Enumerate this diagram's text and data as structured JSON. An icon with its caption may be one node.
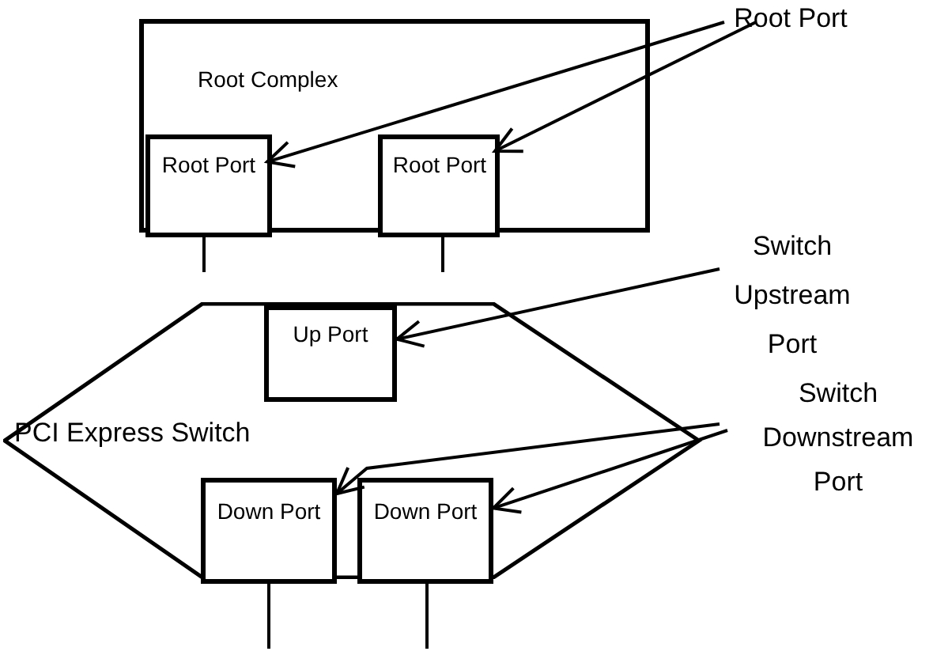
{
  "diagram": {
    "nodes": [
      {
        "text": [
          "Root Complex"
        ]
      },
      {
        "text": [
          "Root Port"
        ],
        "in": 0
      },
      {
        "text": [
          "Root Port"
        ],
        "in": 0
      },
      {
        "text": [
          "Root Port"
        ]
      },
      {
        "text": [
          "PCI Express Switch"
        ]
      },
      {
        "text": [
          "Up Port"
        ],
        "in": 4
      },
      {
        "text": [
          "Down Port"
        ],
        "in": 4
      },
      {
        "text": [
          "Down Port"
        ],
        "in": 4
      },
      {
        "text": [
          "Switch Upstream Port"
        ]
      },
      {
        "text": [
          "Switch Downstream Port"
        ]
      }
    ],
    "edges": [
      {
        "from": 3,
        "to": 1,
        "arrow": "to"
      },
      {
        "from": 3,
        "to": 2,
        "arrow": "to"
      },
      {
        "from": 8,
        "to": 5,
        "arrow": "to"
      },
      {
        "from": 9,
        "to": 6,
        "arrow": "to"
      },
      {
        "from": 9,
        "to": 7,
        "arrow": "to"
      },
      {
        "from": 1,
        "to": null,
        "arrow": "none"
      },
      {
        "from": 2,
        "to": null,
        "arrow": "none"
      },
      {
        "from": 6,
        "to": null,
        "arrow": "none"
      },
      {
        "from": 7,
        "to": null,
        "arrow": "none"
      }
    ]
  }
}
